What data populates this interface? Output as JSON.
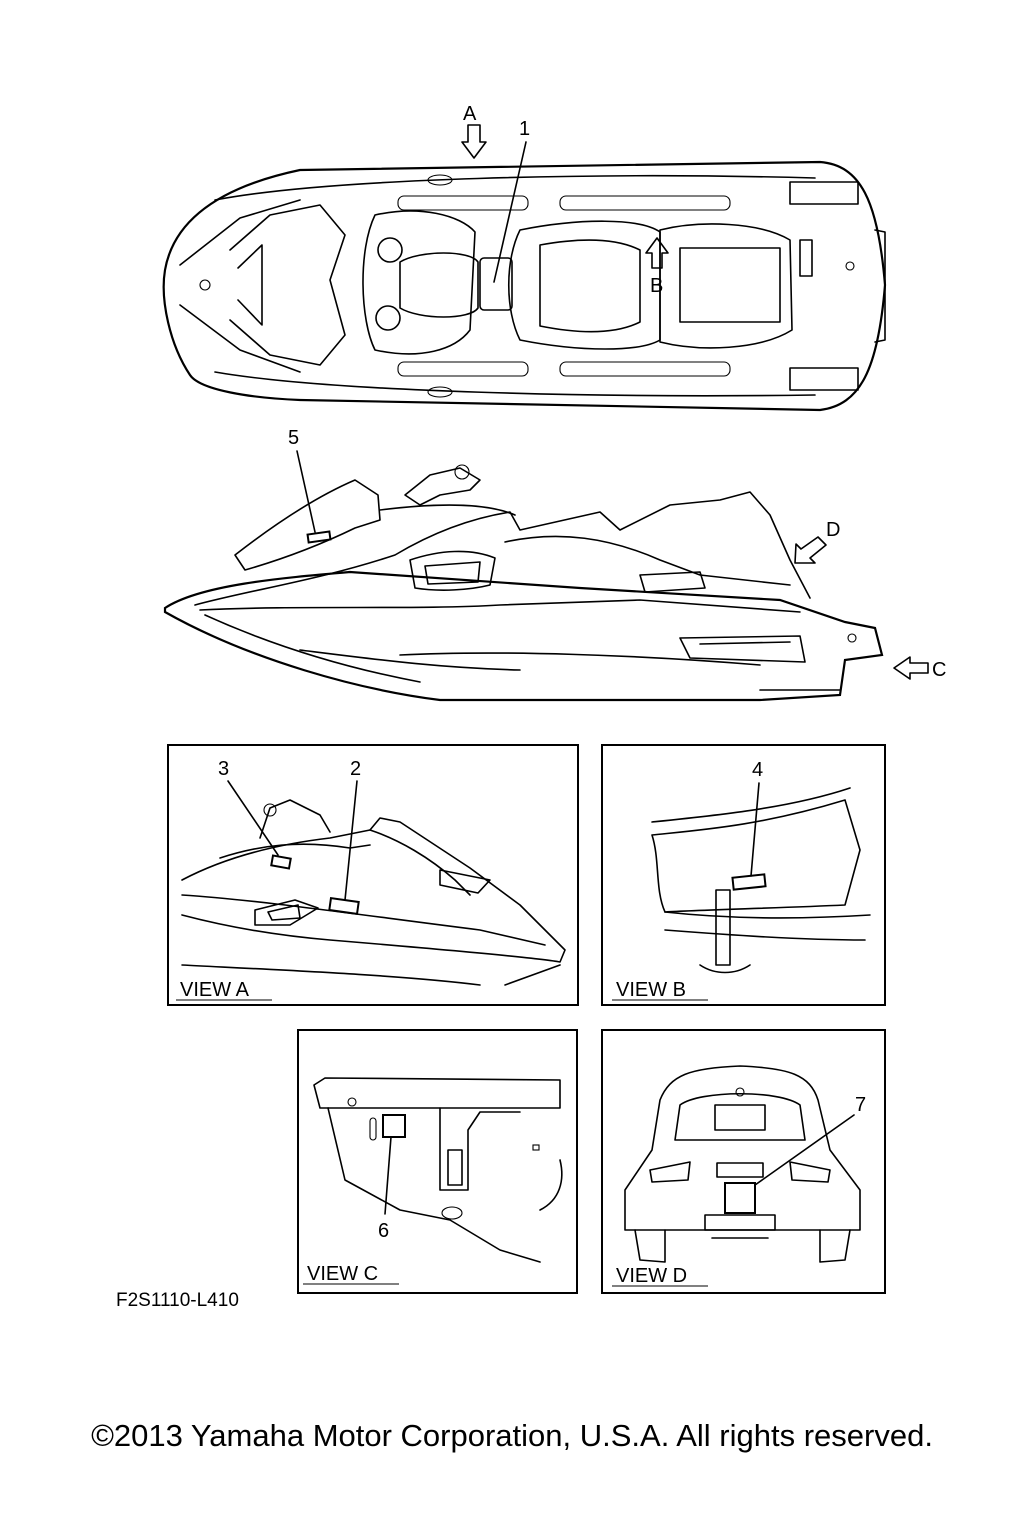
{
  "callouts": {
    "n1": "1",
    "n2": "2",
    "n3": "3",
    "n4": "4",
    "n5": "5",
    "n6": "6",
    "n7": "7"
  },
  "views": {
    "a": "A",
    "b": "B",
    "c": "C",
    "d": "D",
    "view_a": "VIEW A",
    "view_b": "VIEW B",
    "view_c": "VIEW C",
    "view_d": "VIEW D"
  },
  "drawing_code": "F2S1110-L410",
  "copyright": "©2013 Yamaha Motor Corporation, U.S.A. All rights reserved."
}
